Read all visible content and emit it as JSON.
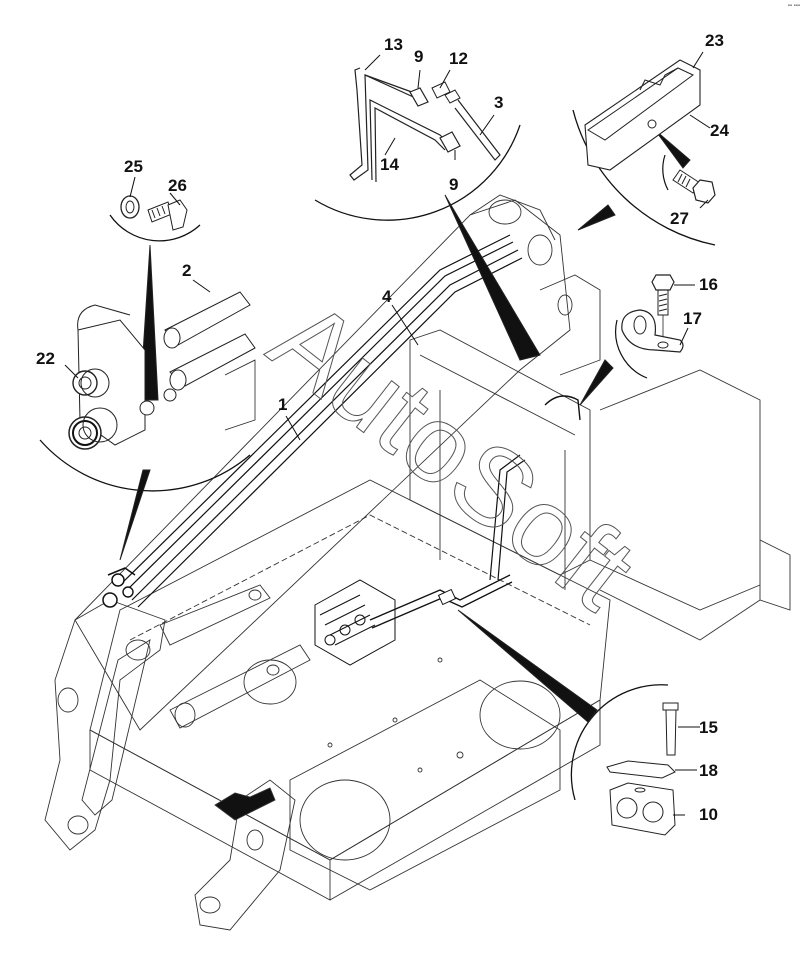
{
  "diagram": {
    "type": "exploded parts diagram",
    "subject": "loader frame hydraulic lines with auxiliary couplers",
    "watermark": "AutoSoft",
    "corner_mark": "▪▪ ▪▪▪",
    "callouts": [
      {
        "id": "c1",
        "label": "1"
      },
      {
        "id": "c2",
        "label": "2"
      },
      {
        "id": "c3",
        "label": "3"
      },
      {
        "id": "c4",
        "label": "4"
      },
      {
        "id": "c9a",
        "label": "9"
      },
      {
        "id": "c9b",
        "label": "9"
      },
      {
        "id": "c10",
        "label": "10"
      },
      {
        "id": "c12",
        "label": "12"
      },
      {
        "id": "c13",
        "label": "13"
      },
      {
        "id": "c14",
        "label": "14"
      },
      {
        "id": "c15",
        "label": "15"
      },
      {
        "id": "c16",
        "label": "16"
      },
      {
        "id": "c17",
        "label": "17"
      },
      {
        "id": "c18",
        "label": "18"
      },
      {
        "id": "c22",
        "label": "22"
      },
      {
        "id": "c23",
        "label": "23"
      },
      {
        "id": "c24",
        "label": "24"
      },
      {
        "id": "c25",
        "label": "25"
      },
      {
        "id": "c26",
        "label": "26"
      },
      {
        "id": "c27",
        "label": "27"
      }
    ],
    "detail_views": [
      {
        "name": "coupler-block-detail",
        "parts": [
          "2",
          "22",
          "25",
          "26"
        ]
      },
      {
        "name": "tube-fittings-detail",
        "parts": [
          "3",
          "9",
          "12",
          "13",
          "14"
        ]
      },
      {
        "name": "guard-plate-detail",
        "parts": [
          "23",
          "24",
          "27"
        ]
      },
      {
        "name": "p-clip-detail",
        "parts": [
          "16",
          "17"
        ]
      },
      {
        "name": "tube-clamp-detail",
        "parts": [
          "10",
          "15",
          "18"
        ]
      }
    ]
  }
}
